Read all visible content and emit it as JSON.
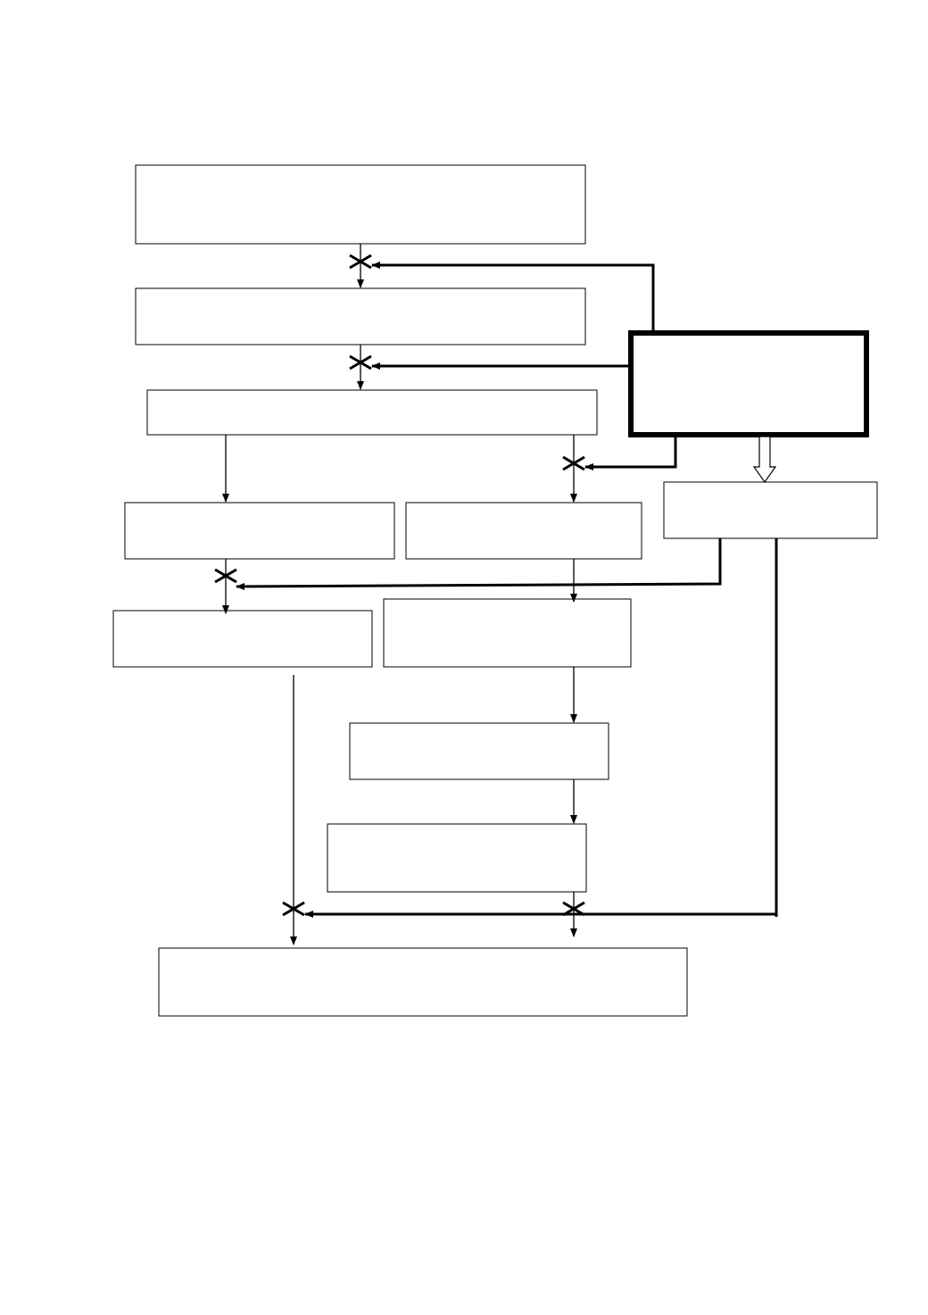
{
  "diagram": {
    "boxes": [
      {
        "id": "top-box",
        "label": ""
      },
      {
        "id": "second-box",
        "label": ""
      },
      {
        "id": "third-box",
        "label": ""
      },
      {
        "id": "left-branch-box",
        "label": ""
      },
      {
        "id": "right-branch-box",
        "label": ""
      },
      {
        "id": "left-lower-box",
        "label": ""
      },
      {
        "id": "right-lower-box",
        "label": ""
      },
      {
        "id": "middle-box-1",
        "label": ""
      },
      {
        "id": "middle-box-2",
        "label": ""
      },
      {
        "id": "bottom-box",
        "label": ""
      },
      {
        "id": "side-bold-box",
        "label": ""
      },
      {
        "id": "side-box",
        "label": ""
      }
    ],
    "colors": {
      "stroke": "#000000",
      "background": "#ffffff"
    }
  }
}
